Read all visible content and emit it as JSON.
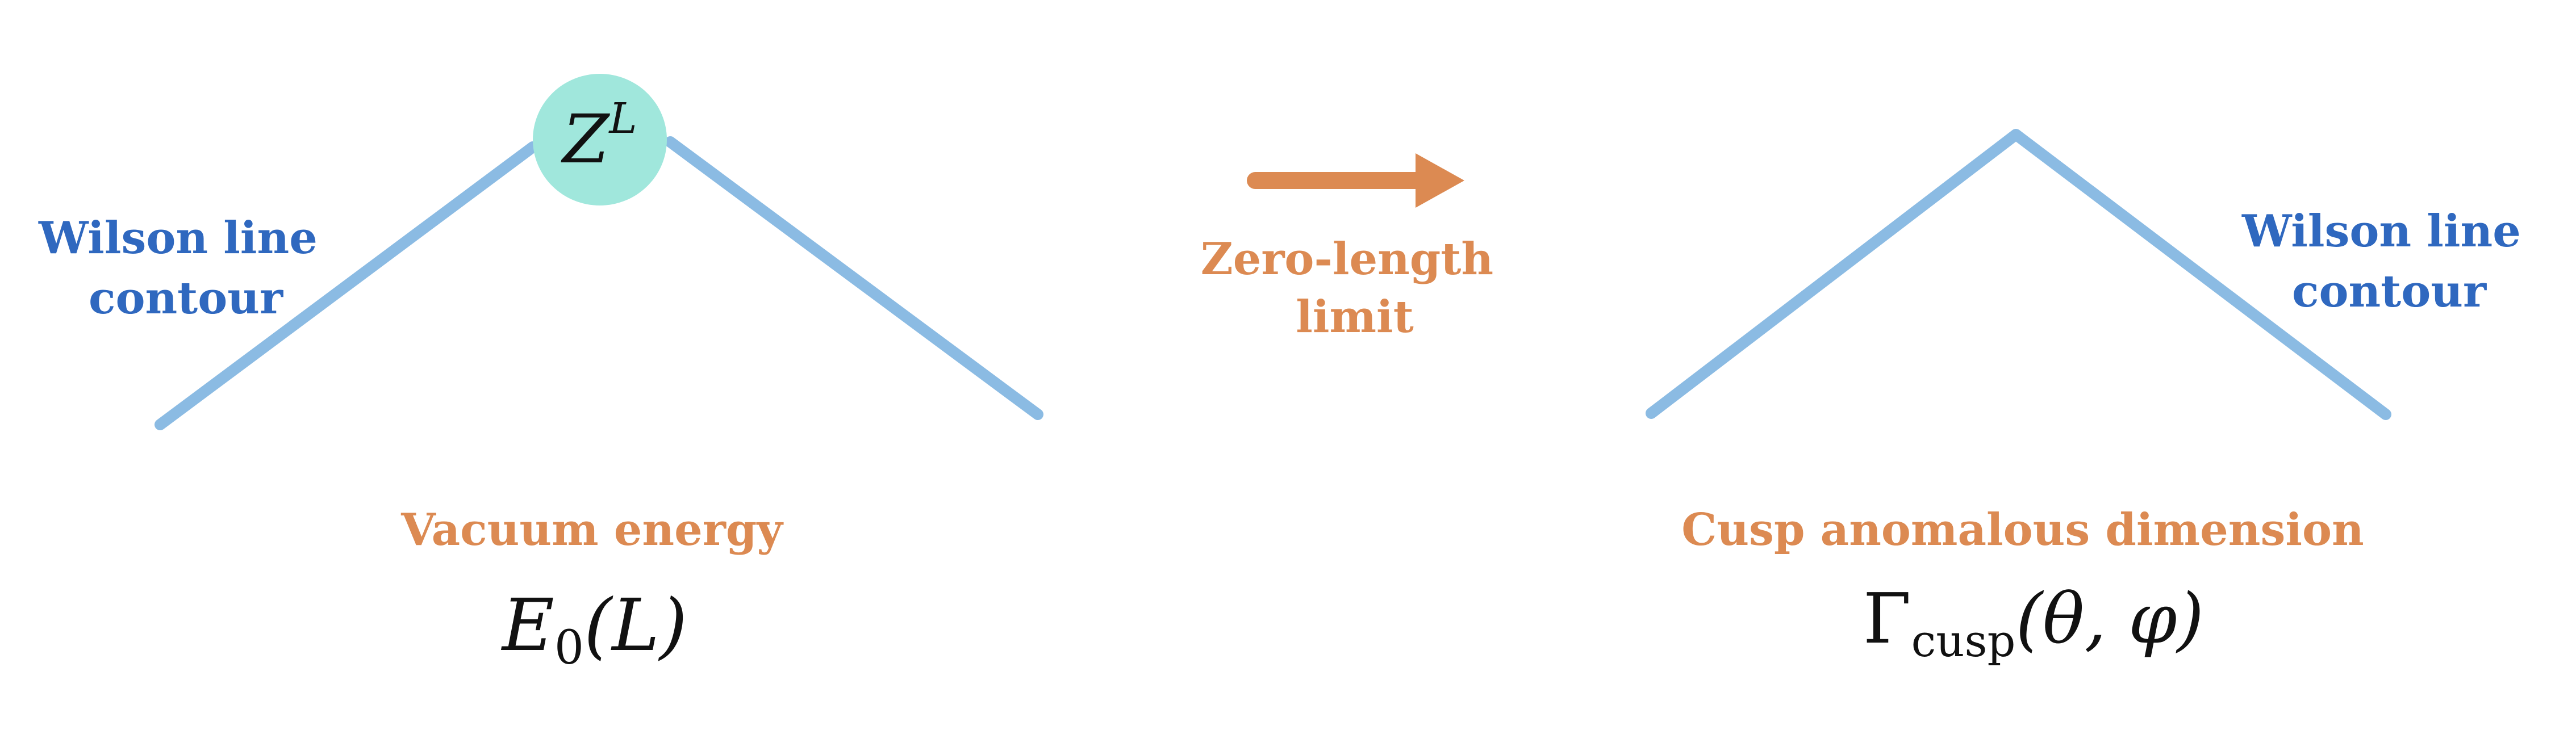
{
  "colors": {
    "contour": "#8bbbe3",
    "node": "#a0e7dc",
    "blue_text": "#2f68bf",
    "orange": "#dc8a52",
    "math_text": "#111111"
  },
  "left_panel": {
    "contour_label_line1": "Wilson line",
    "contour_label_line2": "contour",
    "node_symbol": "Z",
    "node_superscript": "L",
    "quantity_label": "Vacuum energy",
    "formula_symbol": "E",
    "formula_subscript": "0",
    "formula_argument": "(L)"
  },
  "middle": {
    "arrow_icon": "right-arrow-icon",
    "label_line1": "Zero-length",
    "label_line2": "limit"
  },
  "right_panel": {
    "contour_label_line1": "Wilson line",
    "contour_label_line2": "contour",
    "quantity_label": "Cusp anomalous dimension",
    "formula_symbol": "Γ",
    "formula_subscript": "cusp",
    "formula_argument": "(θ, φ)"
  }
}
